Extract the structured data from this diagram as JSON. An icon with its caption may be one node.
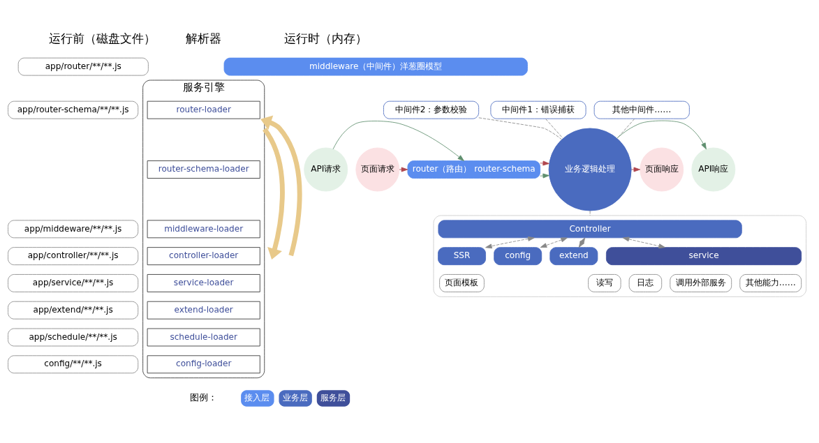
{
  "diagram": {
    "nodes": [
      {
        "text": [
          "app/router/**/**.js"
        ]
      },
      {
        "text": [
          "app/router-schema/**/**.js"
        ]
      },
      {
        "text": [
          "app/middeware/**/**.js"
        ]
      },
      {
        "text": [
          "app/controller/**/**.js"
        ]
      },
      {
        "text": [
          "app/service/**/**.js"
        ]
      },
      {
        "text": [
          "app/extend/**/**.js"
        ]
      },
      {
        "text": [
          "app/schedule/**/**.js"
        ]
      },
      {
        "text": [
          "config/**/**.js"
        ]
      },
      {
        "text": [
          "服务引擎"
        ]
      },
      {
        "text": [
          "router-loader"
        ],
        "in": 8
      },
      {
        "text": [
          "router-schema-loader"
        ],
        "in": 8
      },
      {
        "text": [
          "middleware-loader"
        ],
        "in": 8
      },
      {
        "text": [
          "controller-loader"
        ],
        "in": 8
      },
      {
        "text": [
          "service-loader"
        ],
        "in": 8
      },
      {
        "text": [
          "extend-loader"
        ],
        "in": 8
      },
      {
        "text": [
          "schedule-loader"
        ],
        "in": 8
      },
      {
        "text": [
          "config-loader"
        ],
        "in": 8
      },
      {
        "text": [
          "middleware（中间件）洋葱圈模型"
        ]
      },
      {
        "text": [
          "中间件1：错误捕获"
        ]
      },
      {
        "text": [
          "中间件2：参数校验"
        ]
      },
      {
        "text": [
          "其他中间件……"
        ]
      },
      {
        "text": [
          "API请求"
        ]
      },
      {
        "text": [
          "页面请求"
        ]
      },
      {
        "text": [
          "router（路由） router-schema"
        ]
      },
      {
        "text": [
          "业务逻辑处理"
        ]
      },
      {
        "text": [
          "API响应"
        ]
      },
      {
        "text": [
          "页面响应"
        ]
      },
      {
        "text": [],
        "shape": "box"
      },
      {
        "text": [
          "Controller"
        ],
        "in": 27
      },
      {
        "text": [
          "SSR"
        ],
        "in": 27
      },
      {
        "text": [
          "config"
        ],
        "in": 27
      },
      {
        "text": [
          "extend"
        ],
        "in": 27
      },
      {
        "text": [
          "页面模板"
        ],
        "in": 27
      },
      {
        "text": [
          "service"
        ],
        "in": 27
      },
      {
        "text": [
          "读写"
        ],
        "in": 27
      },
      {
        "text": [
          "日志"
        ],
        "in": 27
      },
      {
        "text": [
          "调用外部服务"
        ],
        "in": 27
      },
      {
        "text": [
          "其他能力……"
        ],
        "in": 27
      }
    ],
    "edges": [
      {
        "from": null,
        "to": 8,
        "arrow": "to",
        "style": "thick",
        "color": "#e8c98a"
      },
      {
        "from": 8,
        "to": null,
        "arrow": "to",
        "style": "thick",
        "color": "#e8c98a"
      },
      {
        "from": 18,
        "to": 24,
        "arrow": "none",
        "style": "dashed"
      },
      {
        "from": 19,
        "to": 24,
        "arrow": "none",
        "style": "dashed"
      },
      {
        "from": 20,
        "to": 24,
        "arrow": "none",
        "style": "dashed"
      },
      {
        "from": 21,
        "to": 23,
        "arrow": "to",
        "color": "#5f8f6f"
      },
      {
        "from": 22,
        "to": 23,
        "arrow": "to",
        "color": "#b0474f"
      },
      {
        "from": 23,
        "to": 24,
        "arrow": "to",
        "color": "#5f8f6f"
      },
      {
        "from": 23,
        "to": 24,
        "arrow": "to",
        "color": "#b0474f"
      },
      {
        "from": 24,
        "to": 25,
        "arrow": "to",
        "color": "#5f8f6f"
      },
      {
        "from": 24,
        "to": 26,
        "arrow": "to",
        "color": "#b0474f"
      },
      {
        "from": 24,
        "to": 27,
        "arrow": "none",
        "style": "dashed"
      },
      {
        "from": 28,
        "to": 29,
        "arrow": "both",
        "style": "dashed"
      },
      {
        "from": 28,
        "to": 30,
        "arrow": "both",
        "style": "dashed"
      },
      {
        "from": 28,
        "to": 31,
        "arrow": "both",
        "style": "dashed"
      },
      {
        "from": 28,
        "to": 33,
        "arrow": "both",
        "style": "dashed"
      }
    ],
    "labels": [
      "运行前（磁盘文件）",
      "解析器",
      "运行时（内存）",
      "图例："
    ],
    "legend": [
      {
        "text": "接入层",
        "color": "#5b8def"
      },
      {
        "text": "业务层",
        "color": "#4a6bbf"
      },
      {
        "text": "服务层",
        "color": "#3f4f9a"
      }
    ]
  }
}
